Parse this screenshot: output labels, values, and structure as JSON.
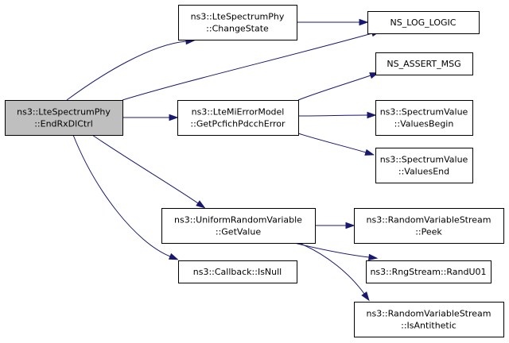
{
  "nodes": {
    "endrx": {
      "lines": [
        "ns3::LteSpectrumPhy",
        "::EndRxDlCtrl"
      ]
    },
    "change": {
      "lines": [
        "ns3::LteSpectrumPhy",
        "::ChangeState"
      ]
    },
    "nslog": {
      "lines": [
        "NS_LOG_LOGIC"
      ]
    },
    "nsassert": {
      "lines": [
        "NS_ASSERT_MSG"
      ]
    },
    "ltemi": {
      "lines": [
        "ns3::LteMiErrorModel",
        "::GetPcfichPdcchError"
      ]
    },
    "vbegin": {
      "lines": [
        "ns3::SpectrumValue",
        "::ValuesBegin"
      ]
    },
    "vend": {
      "lines": [
        "ns3::SpectrumValue",
        "::ValuesEnd"
      ]
    },
    "uniform": {
      "lines": [
        "ns3::UniformRandomVariable",
        "::GetValue"
      ]
    },
    "peek": {
      "lines": [
        "ns3::RandomVariableStream",
        "::Peek"
      ]
    },
    "randu01": {
      "lines": [
        "ns3::RngStream::RandU01"
      ]
    },
    "antithetic": {
      "lines": [
        "ns3::RandomVariableStream",
        "::IsAntithetic"
      ]
    },
    "isnull": {
      "lines": [
        "ns3::Callback::IsNull"
      ]
    }
  },
  "edges": [
    [
      "endrx",
      "change"
    ],
    [
      "endrx",
      "nslog"
    ],
    [
      "endrx",
      "ltemi"
    ],
    [
      "endrx",
      "uniform"
    ],
    [
      "endrx",
      "isnull"
    ],
    [
      "change",
      "nslog"
    ],
    [
      "ltemi",
      "nsassert"
    ],
    [
      "ltemi",
      "vbegin"
    ],
    [
      "ltemi",
      "vend"
    ],
    [
      "uniform",
      "peek"
    ],
    [
      "uniform",
      "randu01"
    ],
    [
      "uniform",
      "antithetic"
    ]
  ]
}
